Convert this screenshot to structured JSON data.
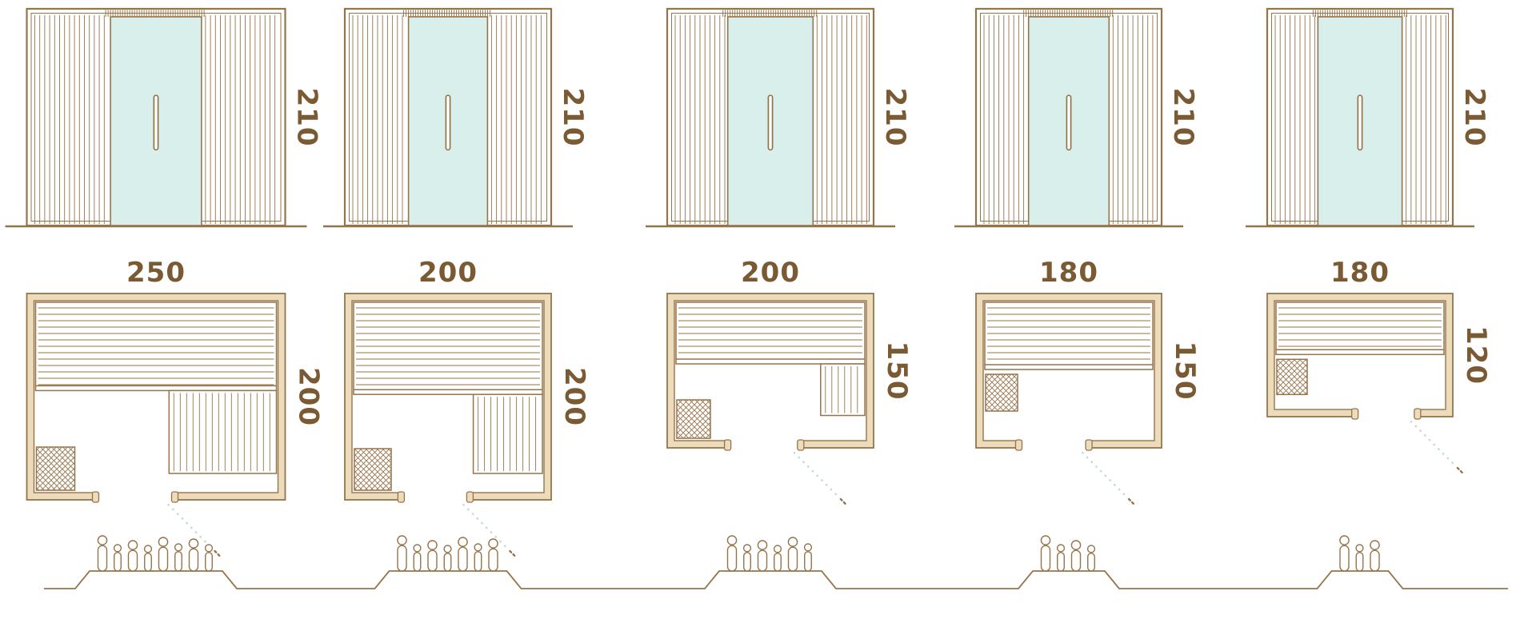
{
  "diagram": {
    "models": [
      {
        "name": "sauna-250x200",
        "elevation": {
          "width_cm": 250,
          "height_cm": 210,
          "height_label": "210"
        },
        "plan": {
          "width_cm": 250,
          "depth_cm": 200,
          "width_label": "250",
          "depth_label": "200"
        },
        "capacity_persons": 8
      },
      {
        "name": "sauna-200x200",
        "elevation": {
          "width_cm": 200,
          "height_cm": 210,
          "height_label": "210"
        },
        "plan": {
          "width_cm": 200,
          "depth_cm": 200,
          "width_label": "200",
          "depth_label": "200"
        },
        "capacity_persons": 7
      },
      {
        "name": "sauna-200x150",
        "elevation": {
          "width_cm": 200,
          "height_cm": 210,
          "height_label": "210"
        },
        "plan": {
          "width_cm": 200,
          "depth_cm": 150,
          "width_label": "200",
          "depth_label": "150"
        },
        "capacity_persons": 6
      },
      {
        "name": "sauna-180x150",
        "elevation": {
          "width_cm": 180,
          "height_cm": 210,
          "height_label": "210"
        },
        "plan": {
          "width_cm": 180,
          "depth_cm": 150,
          "width_label": "180",
          "depth_label": "150"
        },
        "capacity_persons": 4
      },
      {
        "name": "sauna-180x120",
        "elevation": {
          "width_cm": 180,
          "height_cm": 210,
          "height_label": "210"
        },
        "plan": {
          "width_cm": 180,
          "depth_cm": 120,
          "width_label": "180",
          "depth_label": "120"
        },
        "capacity_persons": 3
      }
    ]
  },
  "colors": {
    "line": "#96744a",
    "dim_text": "#7a5a33",
    "wood_fill": "#ecdcbc",
    "glass": "#d9efec",
    "swing": "#c4dbd6",
    "background": "#ffffff"
  }
}
